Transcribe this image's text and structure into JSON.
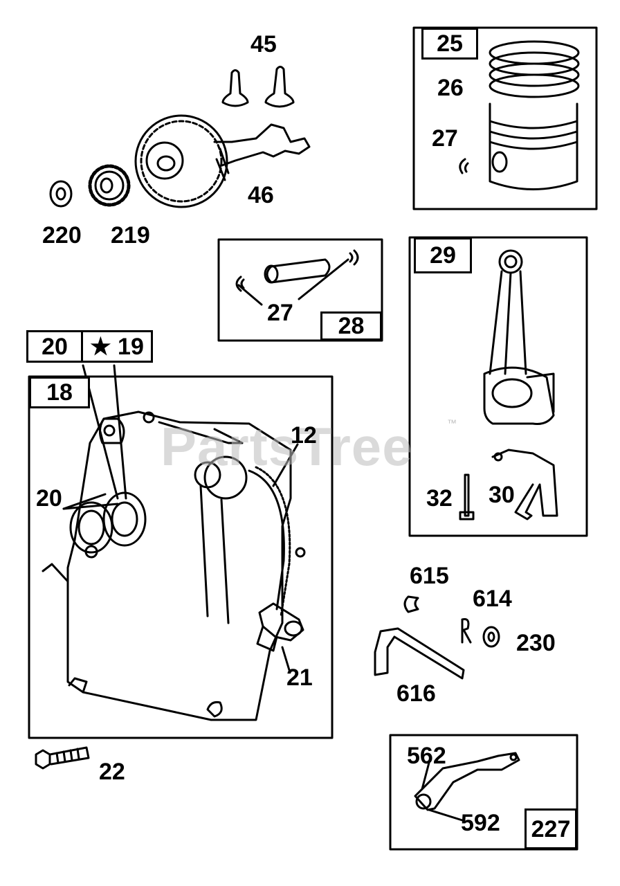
{
  "watermark": {
    "text": "PartsTree",
    "trademark": "™"
  },
  "parts": {
    "p45": "45",
    "p46": "46",
    "p220": "220",
    "p219": "219",
    "p26": "26",
    "p27a": "27",
    "p27b": "27",
    "p12": "12",
    "p20": "20",
    "p21": "21",
    "p22": "22",
    "p32": "32",
    "p30": "30",
    "p615": "615",
    "p614": "614",
    "p230": "230",
    "p616": "616",
    "p562": "562",
    "p592": "592"
  },
  "boxes": {
    "b25": "25",
    "b28": "28",
    "b29": "29",
    "b18": "18",
    "b20": "20",
    "b19": "★ 19",
    "b227": "227"
  }
}
